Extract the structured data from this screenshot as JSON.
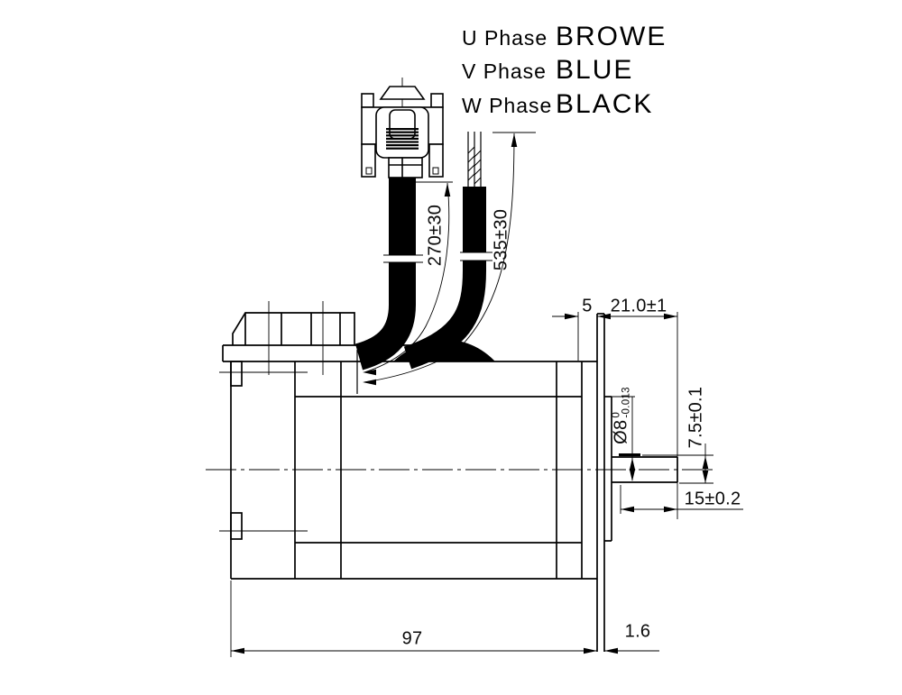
{
  "drawing_title": "motor-outline-drawing",
  "phases": [
    {
      "phase": "U Phase",
      "color": "BROWE"
    },
    {
      "phase": "V Phase",
      "color": "BLUE"
    },
    {
      "phase": "W Phase",
      "color": "BLACK"
    }
  ],
  "dims": {
    "connector_cable_length": "270±30",
    "lead_cable_length": "535±30",
    "rear_step": "5",
    "shaft_extension": "21.0±1",
    "shaft_diameter": "Ø8",
    "shaft_diameter_tol_upper": "0",
    "shaft_diameter_tol_lower": "-0.013",
    "shaft_flat_height": "7.5±0.1",
    "shaft_flat_length": "15±0.2",
    "body_length": "97",
    "flange_thickness": "1.6"
  },
  "colors": {
    "line": "#000000",
    "background": "#ffffff"
  }
}
